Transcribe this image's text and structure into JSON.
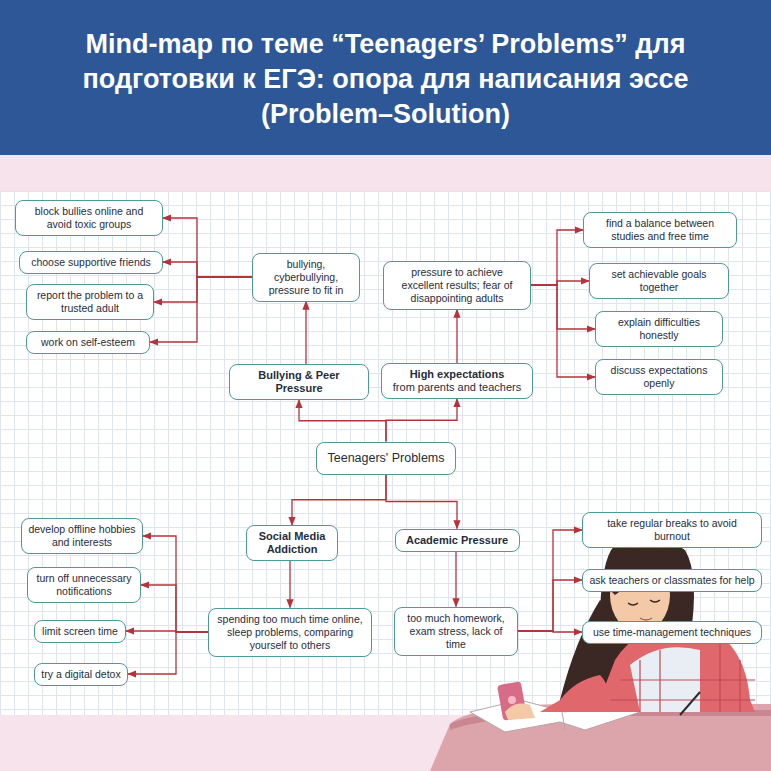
{
  "diagram": {
    "title": "Mind-map по теме “Teenagers’ Problems” для подготовки к ЕГЭ: опора для написания эссе (Problem–Solution)",
    "nodes": [
      {
        "text": [
          "Teenagers' Problems"
        ]
      },
      {
        "text": [
          "Bullying & Peer Pressure"
        ]
      },
      {
        "text": [
          "High expectations",
          "from parents and teachers"
        ]
      },
      {
        "text": [
          "bullying, cyberbullying, pressure to fit in"
        ]
      },
      {
        "text": [
          "pressure to achieve excellent results; fear of disappointing adults"
        ]
      },
      {
        "text": [
          "block bullies online and avoid toxic groups"
        ]
      },
      {
        "text": [
          "choose supportive friends"
        ]
      },
      {
        "text": [
          "report the problem to a trusted adult"
        ]
      },
      {
        "text": [
          "work on self-esteem"
        ]
      },
      {
        "text": [
          "find a balance between studies and free time"
        ]
      },
      {
        "text": [
          "set achievable goals together"
        ]
      },
      {
        "text": [
          "explain difficulties honestly"
        ]
      },
      {
        "text": [
          "discuss expectations openly"
        ]
      },
      {
        "text": [
          "Social Media Addiction"
        ]
      },
      {
        "text": [
          "Academic Pressure"
        ]
      },
      {
        "text": [
          "spending too much time online, sleep problems, comparing yourself to others"
        ]
      },
      {
        "text": [
          "too much homework, exam stress, lack of time"
        ]
      },
      {
        "text": [
          "develop offline hobbies and interests"
        ]
      },
      {
        "text": [
          "turn off unnecessary notifications"
        ]
      },
      {
        "text": [
          "limit screen time"
        ]
      },
      {
        "text": [
          "try a digital detox"
        ]
      },
      {
        "text": [
          "take regular breaks to avoid burnout"
        ]
      },
      {
        "text": [
          "ask teachers or classmates for help"
        ]
      },
      {
        "text": [
          "use time-management techniques"
        ]
      }
    ],
    "edges": [
      {
        "from": 0,
        "to": 1,
        "arrow": "to"
      },
      {
        "from": 0,
        "to": 2,
        "arrow": "to"
      },
      {
        "from": 1,
        "to": 3,
        "arrow": "to"
      },
      {
        "from": 2,
        "to": 4,
        "arrow": "to"
      },
      {
        "from": 3,
        "to": 5,
        "arrow": "to"
      },
      {
        "from": 3,
        "to": 6,
        "arrow": "to"
      },
      {
        "from": 3,
        "to": 7,
        "arrow": "to"
      },
      {
        "from": 3,
        "to": 8,
        "arrow": "to"
      },
      {
        "from": 4,
        "to": 9,
        "arrow": "to"
      },
      {
        "from": 4,
        "to": 10,
        "arrow": "to"
      },
      {
        "from": 4,
        "to": 11,
        "arrow": "to"
      },
      {
        "from": 4,
        "to": 12,
        "arrow": "to"
      },
      {
        "from": 0,
        "to": 13,
        "arrow": "to"
      },
      {
        "from": 0,
        "to": 14,
        "arrow": "to"
      },
      {
        "from": 13,
        "to": 15,
        "arrow": "to"
      },
      {
        "from": 14,
        "to": 16,
        "arrow": "to"
      },
      {
        "from": 15,
        "to": 17,
        "arrow": "to"
      },
      {
        "from": 15,
        "to": 18,
        "arrow": "to"
      },
      {
        "from": 15,
        "to": 19,
        "arrow": "to"
      },
      {
        "from": 15,
        "to": 20,
        "arrow": "to"
      },
      {
        "from": 16,
        "to": 21,
        "arrow": "to"
      },
      {
        "from": 16,
        "to": 22,
        "arrow": "to"
      },
      {
        "from": 16,
        "to": 23,
        "arrow": "to"
      }
    ]
  }
}
